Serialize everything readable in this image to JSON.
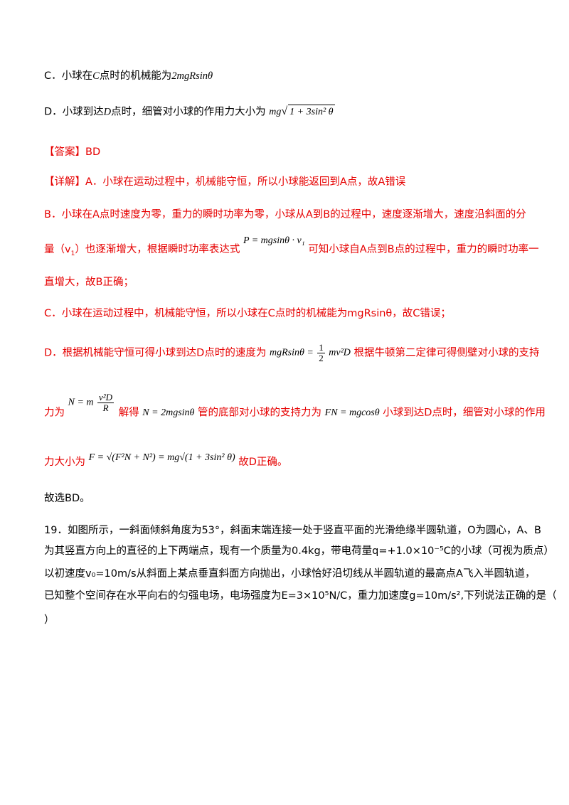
{
  "option_c": {
    "prefix": "C．小球在",
    "point": "C",
    "mid": "点时的机械能为",
    "value": "2mgRsinθ"
  },
  "option_d": {
    "prefix": "D．小球到达",
    "point": "D",
    "mid": "点时，细管对小球的作用力大小为",
    "expr_a": "mg",
    "expr_b": "1 + 3sin² θ"
  },
  "answer": {
    "tag": "【答案】",
    "value": "BD"
  },
  "detail": {
    "tag": "【详解】",
    "a": "A．小球在运动过程中，机械能守恒，所以小球能返回到A点，故A错误",
    "b1": "B．小球在A点时速度为零，重力的瞬时功率为零，小球从A到B的过程中，速度逐渐增大，速度沿斜面的分",
    "b2_a": "量（v",
    "b2_b": "）也逐渐增大，根据瞬时功率表达式",
    "b2_formula": "P = mgsinθ · v₁",
    "b2_c": "可知小球自A点到B点的过程中，重力的瞬时功率一",
    "b3": "直增大，故B正确；",
    "c": "C．小球在运动过程中，机械能守恒，所以小球在C点时的机械能为mgRsinθ，故C错误；",
    "d1_a": "D．根据机械能守恒可得小球到达D点时的速度为",
    "d1_formula_left": "mgRsinθ =",
    "d1_frac_num": "1",
    "d1_frac_den": "2",
    "d1_formula_right": "mv²D",
    "d1_b": "根据牛顿第二定律可得侧壁对小球的支持",
    "d2_a": "力为",
    "d2_f1": "N = m",
    "d2_f1_num": "v²D",
    "d2_f1_den": "R",
    "d2_b": "解得",
    "d2_f2": "N = 2mgsinθ",
    "d2_c": "管的底部对小球的支持力为",
    "d2_f3": "FN = mgcosθ",
    "d2_d": "小球到达D点时，细管对小球的作用",
    "d3_a": "力大小为",
    "d3_f": "F = √(F²N + N²) = mg√(1 + 3sin² θ)",
    "d3_b": "故D正确。",
    "final": "故选BD。"
  },
  "question19": {
    "l1": "19．如图所示，一斜面倾斜角度为53°，斜面末端连接一处于竖直平面的光滑绝缘半圆轨道，O为圆心，A、B",
    "l2": "为其竖直方向上的直径的上下两端点，现有一个质量为0.4kg，带电荷量q=+1.0×10⁻⁵C的小球（可视为质点）",
    "l3": "以初速度v₀=10m/s从斜面上某点垂直斜面方向抛出，小球恰好沿切线从半圆轨道的最高点A飞入半圆轨道，",
    "l4": "已知整个空间存在水平向右的匀强电场，电场强度为E=3×10⁵N/C，重力加速度g=10m/s²,下列说法正确的是（",
    "l5": "）"
  }
}
